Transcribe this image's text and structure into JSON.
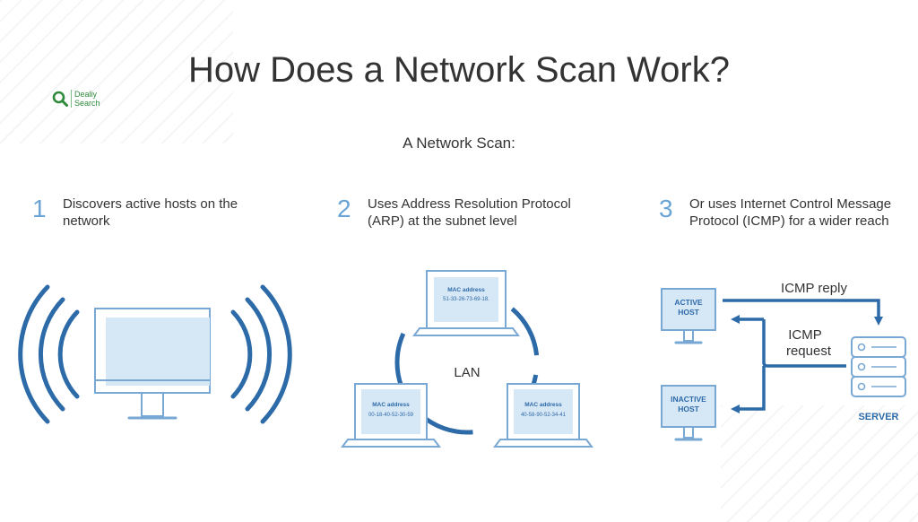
{
  "title": "How Does a Network Scan Work?",
  "logo": {
    "line1": "Dealiy",
    "line2": "Search"
  },
  "subtitle": "A Network Scan:",
  "steps": [
    {
      "number": "1",
      "text": "Discovers active hosts on the network"
    },
    {
      "number": "2",
      "text": "Uses Address Resolution Protocol (ARP) at the subnet level"
    },
    {
      "number": "3",
      "text": "Or uses Internet Control Message Protocol (ICMP) for a wider reach"
    }
  ],
  "lan": {
    "label": "LAN",
    "mac_label": "MAC address",
    "laptops": [
      {
        "mac": "51-33-26-73-69-18."
      },
      {
        "mac": "00-18-40-52-30-59"
      },
      {
        "mac": "40-58-90-52-34-41"
      }
    ]
  },
  "icmp": {
    "reply_label": "ICMP reply",
    "request_label_1": "ICMP",
    "request_label_2": "request",
    "active_host_1": "ACTIVE",
    "active_host_2": "HOST",
    "inactive_host_1": "INACTIVE",
    "inactive_host_2": "HOST",
    "server_label": "SERVER"
  },
  "colors": {
    "primary_blue": "#2d6aa8",
    "light_blue": "#d6e7f6",
    "outline_blue": "#7aa8d4",
    "logo_green": "#2f8a3c"
  }
}
